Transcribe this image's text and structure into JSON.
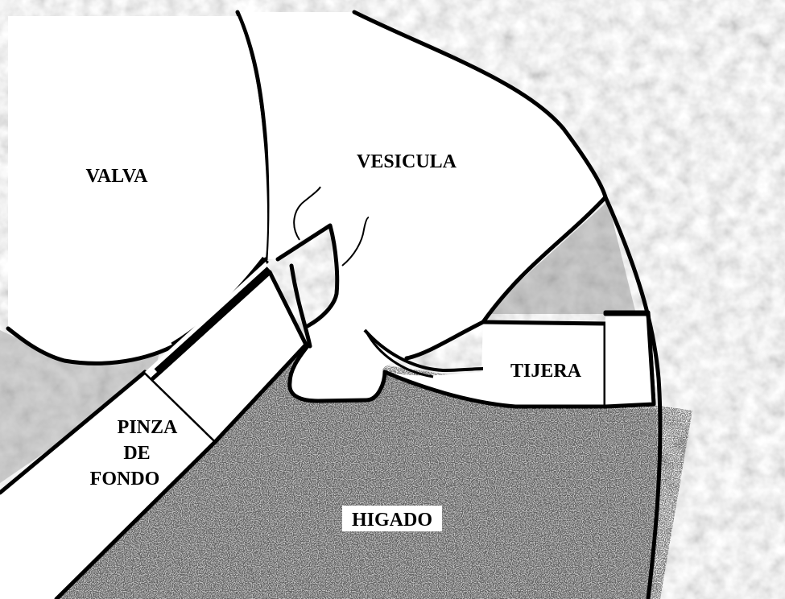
{
  "labels": {
    "valva": "VALVA",
    "vesicula": "VESICULA",
    "tijera": "TIJERA",
    "pinza_line1": "PINZA",
    "pinza_line2": "DE",
    "pinza_line3": "FONDO",
    "higado": "HIGADO"
  },
  "colors": {
    "background": "#ffffff",
    "tissue_texture": "#d8d8d8",
    "liver_fill": "#c4c4c4",
    "organ_fill": "#ffffff",
    "outline": "#000000"
  }
}
